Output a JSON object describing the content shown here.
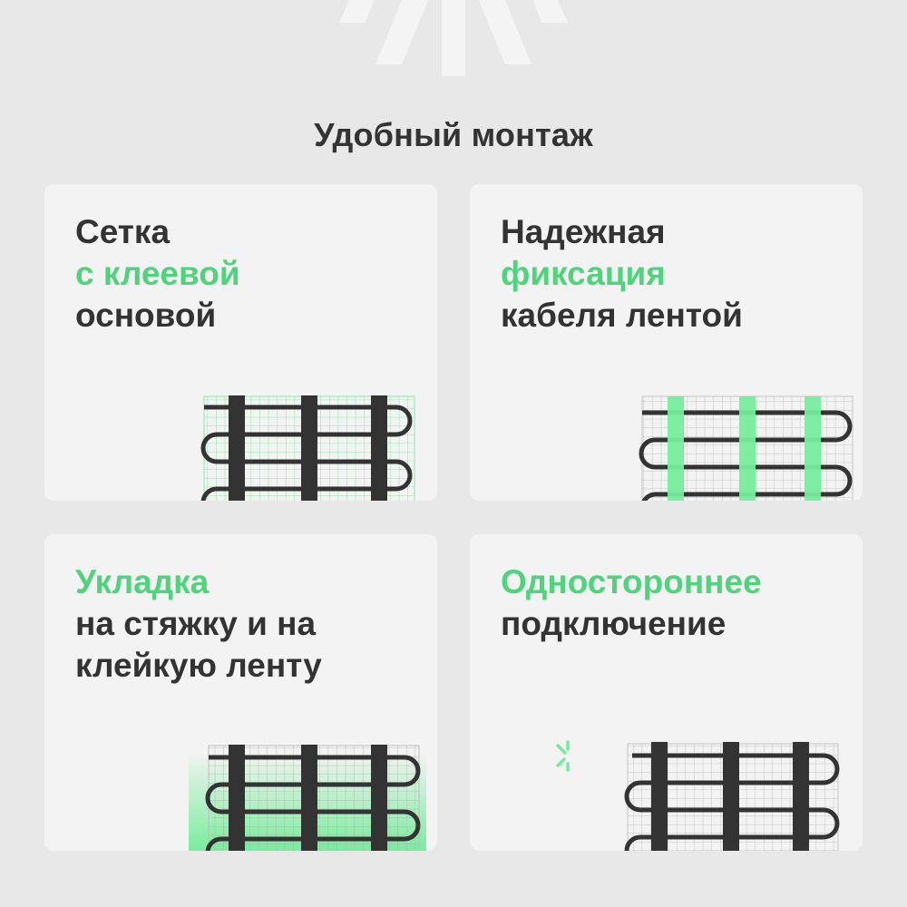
{
  "header": {
    "title": "Удобный монтаж",
    "logo_icon": "radiating-lines-logo-icon"
  },
  "colors": {
    "background": "#e8e8e8",
    "card": "#f3f3f3",
    "text": "#333333",
    "accent": "#4fd37c",
    "grid_green": "#8fe5ad",
    "grid_gray": "#bdbdbd",
    "tape_green": "#76ec9b",
    "cable": "#333333"
  },
  "cards": [
    {
      "lines": [
        {
          "text": "Сетка",
          "accent": false
        },
        {
          "text": "с клеевой",
          "accent": true
        },
        {
          "text": "основой",
          "accent": false
        }
      ],
      "illustration": "heating-mat-green-mesh-icon"
    },
    {
      "lines": [
        {
          "text": "Надежная",
          "accent": false
        },
        {
          "text": "фиксация",
          "accent": true
        },
        {
          "text": "кабеля лентой",
          "accent": false
        }
      ],
      "illustration": "heating-mat-green-tape-icon"
    },
    {
      "lines": [
        {
          "text": "Укладка",
          "accent": true
        },
        {
          "text": "на стяжку и на",
          "accent": false
        },
        {
          "text": "клейкую ленту",
          "accent": false
        }
      ],
      "illustration": "heating-mat-gradient-base-icon"
    },
    {
      "lines": [
        {
          "text": "Одностороннее",
          "accent": true
        },
        {
          "text": "подключение",
          "accent": false
        }
      ],
      "illustration": "heating-mat-single-lead-icon"
    }
  ]
}
